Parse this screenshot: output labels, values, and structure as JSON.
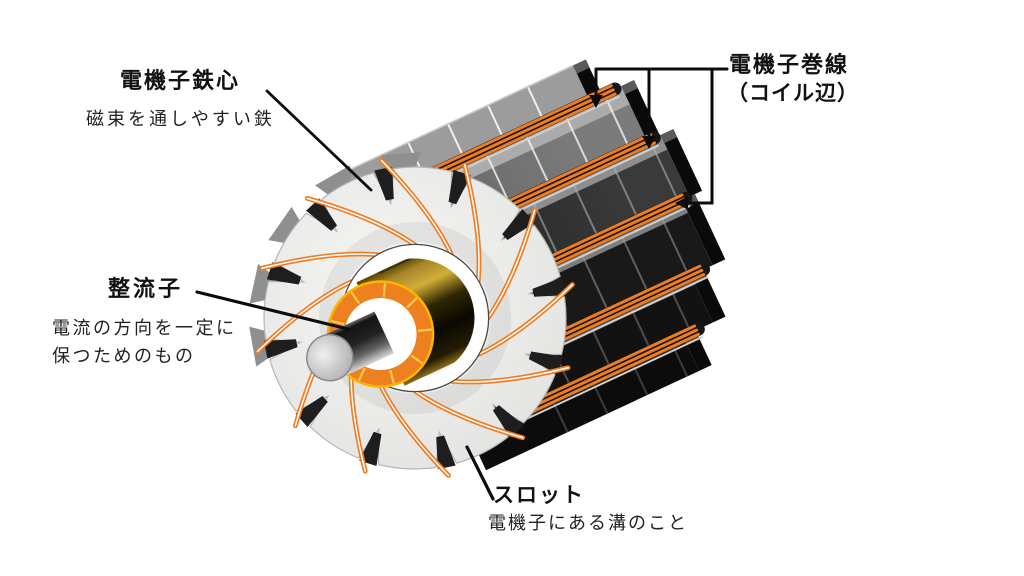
{
  "diagram": {
    "labels": {
      "core": {
        "title": "電機子鉄心",
        "desc": "磁束を通しやすい鉄"
      },
      "winding": {
        "title": "電機子巻線",
        "subtitle": "（コイル辺）"
      },
      "commutator": {
        "title": "整流子",
        "desc1": "電流の方向を一定に",
        "desc2": "保つためのもの"
      },
      "slot": {
        "title": "スロット",
        "desc": "電機子にある溝のこと"
      }
    },
    "colors": {
      "background": "#FFFFFF",
      "wire_orange": "#EE7D22",
      "wire_core_white": "#FFFFFF",
      "commutator_ring_orange": "#ED811F",
      "commutator_ring_rim_gold": "#FFB300",
      "commutator_segment_gold": "#FFC94A",
      "gold_bright": "#D2AE38",
      "gold_dark": "#0A0902",
      "face_gray_light": "#F6F6F4",
      "face_gray": "#E0E0DE",
      "block_black": "#141414",
      "block_top_gray": "#9C9C9C",
      "slot_opening_dark": "#1E1E1E",
      "shaft_cap_gray": "#F0F0F0",
      "leader_line": "#0C0C0C",
      "text": "#1A1A1A"
    }
  }
}
